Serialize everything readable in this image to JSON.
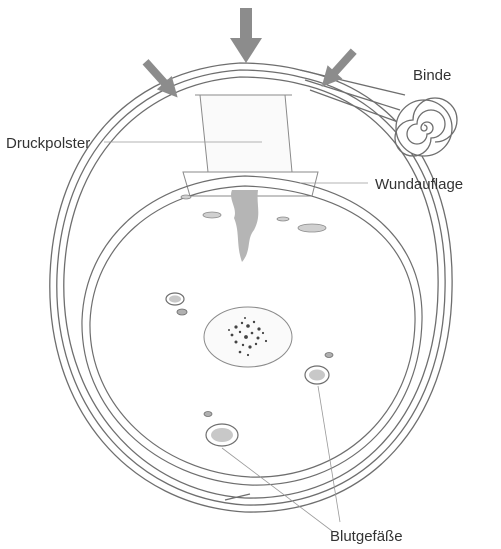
{
  "labels": {
    "binde": "Binde",
    "druckpolster": "Druckpolster",
    "wundauflage": "Wundauflage",
    "blutgefaesse": "Blutgefäße"
  },
  "colors": {
    "arrow": "#8c8c8c",
    "outline": "#6e6e6e",
    "wound": "#b5b5b5",
    "vessel_fill": "#c8c8c8",
    "label_text": "#333333"
  },
  "icons": {
    "pressure_arrows": "arrow-down-icon",
    "bandage_roll": "spiral-roll-icon"
  }
}
